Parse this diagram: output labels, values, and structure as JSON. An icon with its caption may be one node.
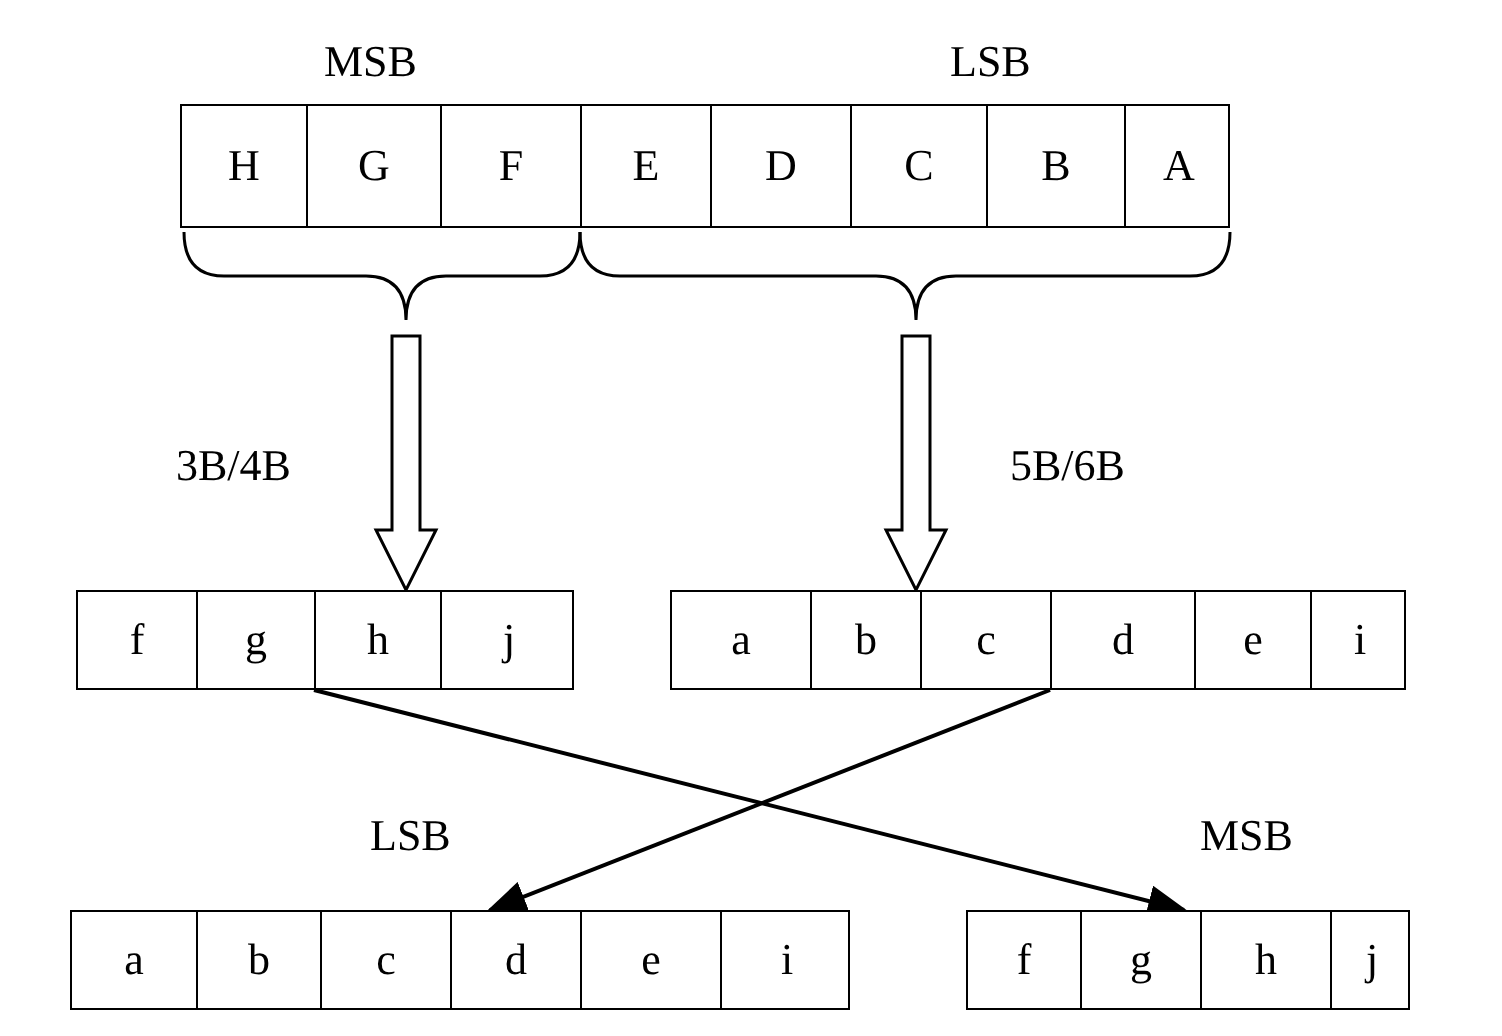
{
  "diagram": {
    "nodes": [
      {
        "text": [],
        "shape": "box"
      },
      {
        "text": [
          "H"
        ],
        "in": 0
      },
      {
        "text": [
          "G"
        ],
        "in": 0
      },
      {
        "text": [
          "F"
        ],
        "in": 0
      },
      {
        "text": [
          "E"
        ],
        "in": 0
      },
      {
        "text": [
          "D"
        ],
        "in": 0
      },
      {
        "text": [
          "C"
        ],
        "in": 0
      },
      {
        "text": [
          "B"
        ],
        "in": 0
      },
      {
        "text": [
          "A"
        ],
        "in": 0
      },
      {
        "text": [],
        "shape": "box"
      },
      {
        "text": [
          "f"
        ],
        "in": 9
      },
      {
        "text": [
          "g"
        ],
        "in": 9
      },
      {
        "text": [
          "h"
        ],
        "in": 9
      },
      {
        "text": [
          "j"
        ],
        "in": 9
      },
      {
        "text": [],
        "shape": "box"
      },
      {
        "text": [
          "a"
        ],
        "in": 14
      },
      {
        "text": [
          "b"
        ],
        "in": 14
      },
      {
        "text": [
          "c"
        ],
        "in": 14
      },
      {
        "text": [
          "d"
        ],
        "in": 14
      },
      {
        "text": [
          "e"
        ],
        "in": 14
      },
      {
        "text": [
          "i"
        ],
        "in": 14
      },
      {
        "text": [],
        "shape": "box"
      },
      {
        "text": [
          "a"
        ],
        "in": 21
      },
      {
        "text": [
          "b"
        ],
        "in": 21
      },
      {
        "text": [
          "c"
        ],
        "in": 21
      },
      {
        "text": [
          "d"
        ],
        "in": 21
      },
      {
        "text": [
          "e"
        ],
        "in": 21
      },
      {
        "text": [
          "i"
        ],
        "in": 21
      },
      {
        "text": [],
        "shape": "box"
      },
      {
        "text": [
          "f"
        ],
        "in": 28
      },
      {
        "text": [
          "g"
        ],
        "in": 28
      },
      {
        "text": [
          "h"
        ],
        "in": 28
      },
      {
        "text": [
          "j"
        ],
        "in": 28
      }
    ],
    "edges": [
      {
        "from": null,
        "to": 9,
        "arrow": "to",
        "label": "3B/4B",
        "style": "thick"
      },
      {
        "from": null,
        "to": 14,
        "arrow": "to",
        "label": "5B/6B",
        "style": "thick"
      },
      {
        "from": 9,
        "to": 28,
        "arrow": "to"
      },
      {
        "from": 14,
        "to": 21,
        "arrow": "to"
      }
    ],
    "labels": [
      "MSB",
      "LSB",
      "LSB",
      "MSB"
    ]
  }
}
